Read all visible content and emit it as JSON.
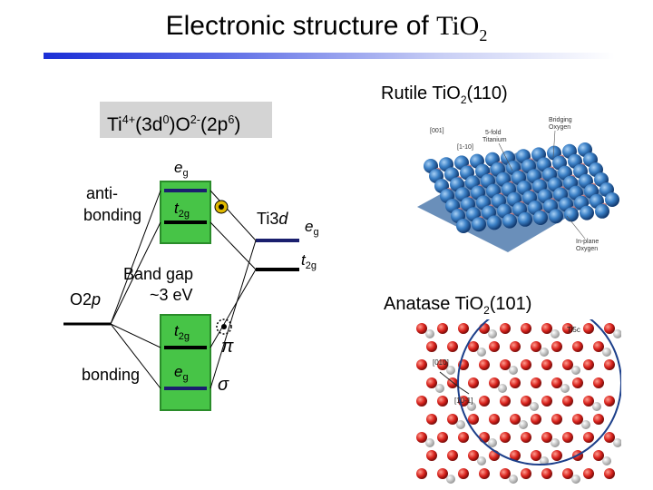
{
  "title": {
    "prefix": "Electronic structure of ",
    "formula_main": "TiO",
    "formula_sub": "2"
  },
  "formula": {
    "ti": "Ti",
    "ti_sup": "4+",
    "ti_orb": "(3d",
    "ti_orb_sup": "0",
    "o": ")O",
    "o_sup": "2-",
    "o_orb": "(2p",
    "o_orb_sup": "6",
    "close": ")"
  },
  "mo_diagram": {
    "antibonding_1": "anti-",
    "antibonding_2": "bonding",
    "bonding": "bonding",
    "o2p_o": "O2",
    "o2p_p": "p",
    "eg_upper": "e",
    "eg_upper_sub": "g",
    "t2g_upper": "t",
    "t2g_upper_sub": "2g",
    "band_gap_1": "Band gap",
    "band_gap_2": "~3 eV",
    "t2g_lower": "t",
    "t2g_lower_sub": "2g",
    "eg_lower": "e",
    "eg_lower_sub": "g",
    "pi": "π",
    "sigma": "σ",
    "ti3d_ti": "Ti3",
    "ti3d_d": "d",
    "ti_eg": "e",
    "ti_eg_sub": "g",
    "ti_t2g": "t",
    "ti_t2g_sub": "2g"
  },
  "rutile": {
    "label": "Rutile TiO",
    "label_sub": "2",
    "label_tail": "(110)",
    "ann_bridging_1": "Bridging",
    "ann_bridging_2": "Oxygen",
    "ann_5fold_1": "5-fold",
    "ann_5fold_2": "Titanium",
    "ann_inplane_1": "In-plane",
    "ann_inplane_2": "Oxygen",
    "ann_001": "[001]",
    "ann_110": "[1-10]"
  },
  "anatase": {
    "label": "Anatase TiO",
    "label_sub": "2",
    "label_tail": "(101)",
    "ann_ti5c": "Ti5c",
    "ann_010": "[010]",
    "ann_101": "[10-1]"
  },
  "colors": {
    "box_fill": "#47c447",
    "box_stroke": "#2a8c2a",
    "level_navy": "#1a1f6e",
    "title_bar": "#1b2fd6",
    "rutile_blue": "#2f6fb4",
    "anatase_red": "#d8221c"
  }
}
